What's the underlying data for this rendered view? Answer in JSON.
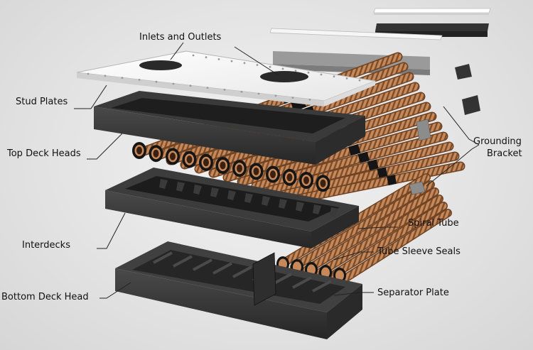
{
  "labels": {
    "inlets_outlets": "Inlets and Outlets",
    "stud_plates": "Stud Plates",
    "top_deck_heads": "Top Deck Heads",
    "interdecks": "Interdecks",
    "bottom_deck_head": "Bottom Deck Head",
    "grounding_line1": "Grounding",
    "grounding_line2": "Bracket",
    "spiral_tube": "Spiral Tube",
    "tube_sleeve_seals": "Tube Sleeve Seals",
    "separator_plate": "Separator Plate"
  },
  "colors": {
    "background": "#e3e3e3",
    "deck_head": "#333333",
    "stud_plate": "#f4f4f4",
    "tube_copper": "#c8895a",
    "seal_black": "#151515",
    "bracket_gray": "#8c8c8c",
    "leader_line": "#222222"
  }
}
